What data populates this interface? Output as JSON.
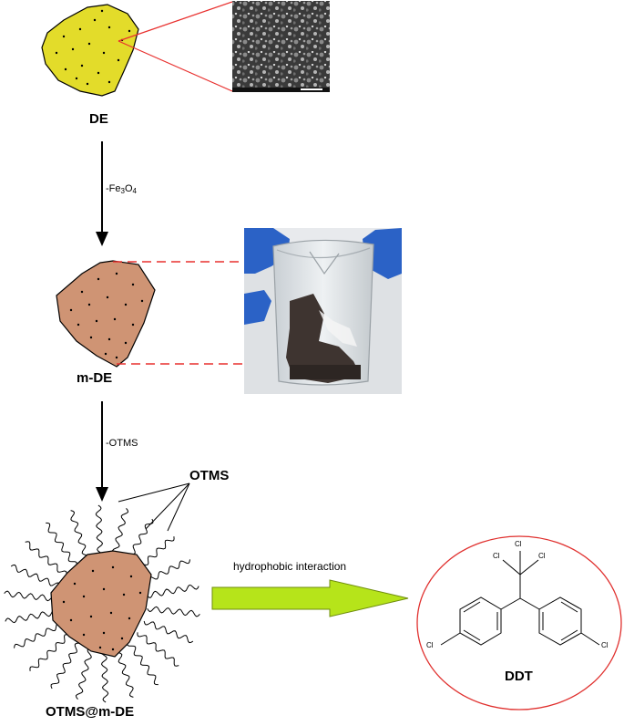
{
  "labels": {
    "de": "DE",
    "mde": "m-DE",
    "otms_mde": "OTMS@m-DE",
    "otms": "OTMS",
    "ddt": "DDT"
  },
  "reactions": {
    "step1_prefix": "-Fe",
    "step1_sub1": "3",
    "step1_mid": "O",
    "step1_sub2": "4",
    "step2": "-OTMS",
    "interaction": "hydrophobic interaction"
  },
  "ddt_atoms": {
    "cl_top": "Cl",
    "cl_left": "Cl",
    "cl_right": "Cl",
    "cl_ring_left": "Cl",
    "cl_ring_right": "Cl"
  },
  "colors": {
    "de_fill": "#e3dc2a",
    "mde_fill": "#cf9474",
    "callout_line": "#e8302e",
    "arrow_fill": "#b6e41a",
    "ddt_circle": "#e0302e",
    "glove": "#2b62c6"
  }
}
